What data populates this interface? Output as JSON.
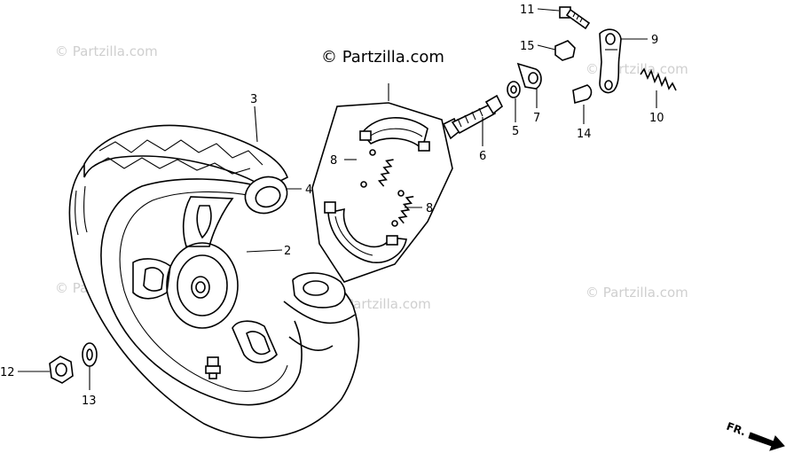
{
  "copyright": "© Partzilla.com",
  "watermark": "© Partzilla.com",
  "front_label": "FR.",
  "callouts": [
    {
      "id": "c1",
      "label": "2"
    },
    {
      "id": "c2",
      "label": "3"
    },
    {
      "id": "c3",
      "label": "4"
    },
    {
      "id": "c4",
      "label": "5"
    },
    {
      "id": "c5",
      "label": "6"
    },
    {
      "id": "c6",
      "label": "7"
    },
    {
      "id": "c7",
      "label": "8"
    },
    {
      "id": "c8",
      "label": "8"
    },
    {
      "id": "c9",
      "label": "9"
    },
    {
      "id": "c10",
      "label": "10"
    },
    {
      "id": "c11",
      "label": "11"
    },
    {
      "id": "c12",
      "label": "12"
    },
    {
      "id": "c13",
      "label": "13"
    },
    {
      "id": "c14",
      "label": "14"
    },
    {
      "id": "c15",
      "label": "15"
    }
  ]
}
